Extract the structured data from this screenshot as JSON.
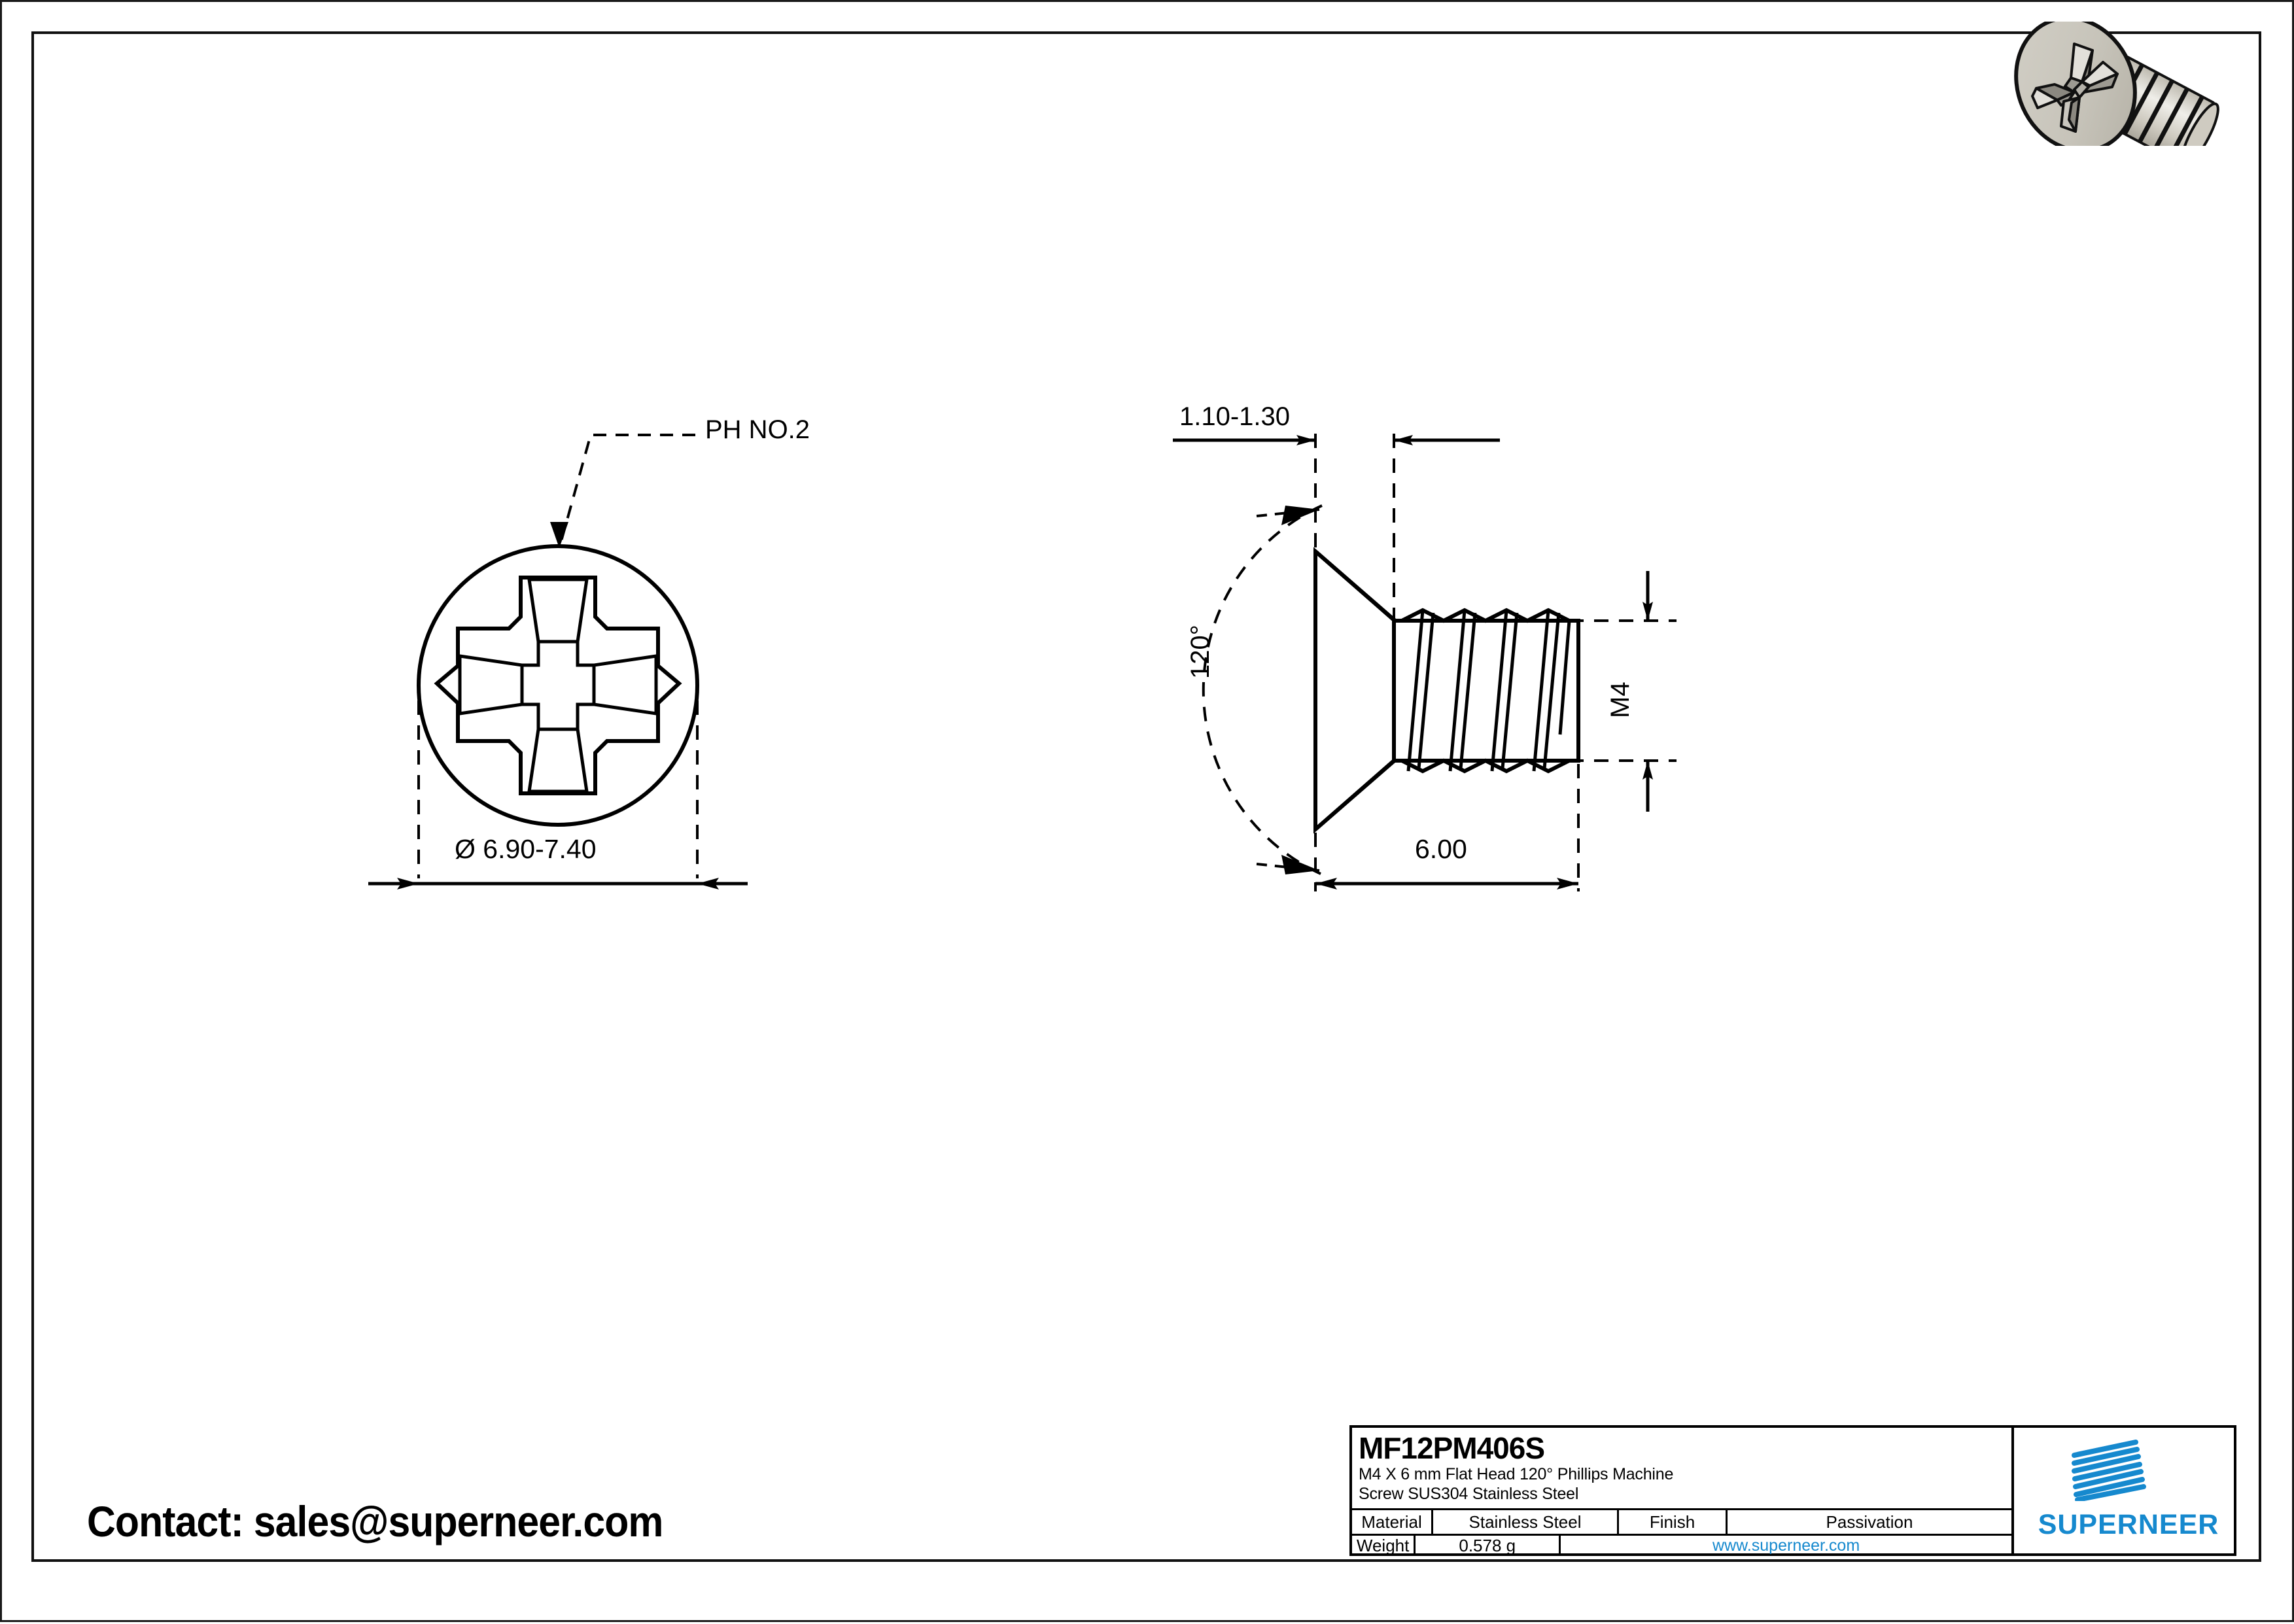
{
  "drawing": {
    "top_view": {
      "leader_label": "PH NO.2",
      "diameter_dim": "Ø 6.90-7.40"
    },
    "side_view": {
      "head_height_dim": "1.10-1.30",
      "angle_dim": "120°",
      "thread_dim": "M4",
      "length_dim": "6.00"
    }
  },
  "title_block": {
    "part_number": "MF12PM406S",
    "description_line1": "M4 X 6 mm  Flat Head 120° Phillips Machine",
    "description_line2": "Screw SUS304 Stainless Steel",
    "material_label": "Material",
    "material_value": "Stainless Steel",
    "finish_label": "Finish",
    "finish_value": "Passivation",
    "weight_label": "Weight",
    "weight_value": "0.578 g",
    "website": "www.superneer.com",
    "brand": "SUPERNEER",
    "brand_color": "#1689ce"
  },
  "contact": {
    "text": "Contact: sales@superneer.com"
  }
}
